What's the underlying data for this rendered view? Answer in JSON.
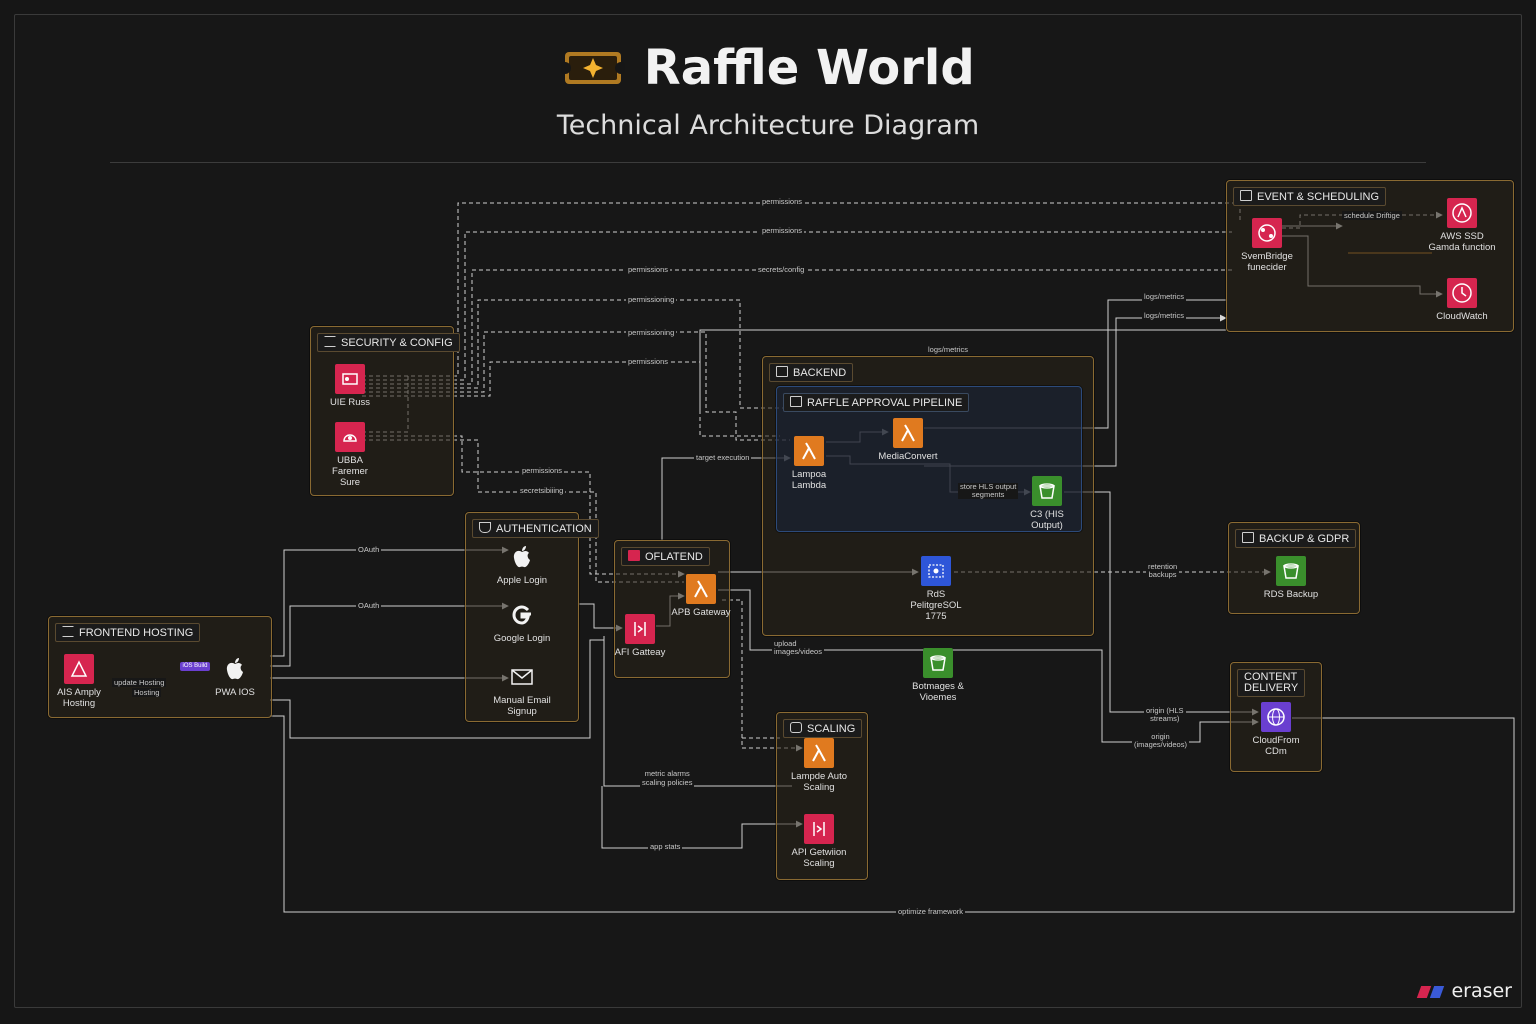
{
  "header": {
    "title": "Raffle World",
    "subtitle": "Technical Architecture Diagram"
  },
  "groups": {
    "event": "EVENT & SCHEDULING",
    "security": "SECURITY & CONFIG",
    "backend": "BACKEND",
    "pipeline": "RAFFLE APPROVAL PIPELINE",
    "auth": "AUTHENTICATION",
    "frontend_hosting": "FRONTEND HOSTING",
    "api": "OFLATEND",
    "backup": "BACKUP & GDPR",
    "content": "CONTENT\nDELIVERY",
    "scaling": "SCALING"
  },
  "nodes": {
    "eventbridge": "SvemBridge\nfunecider",
    "aws_ssd": "AWS SSD\nGamda function",
    "cloudwatch": "CloudWatch",
    "iam_roles": "UIE Russ",
    "secrets": "UBBA\nFaremer\nSure",
    "lambda": "Lampoa\nLambda",
    "mediaconvert": "MediaConvert",
    "s3_output": "C3 (HIS\nOutput)",
    "rds": "RdS\nPelitgreSOL\n1775",
    "s3_media": "Botmages &\nVioemes",
    "apple": "Apple Login",
    "google": "Google Login",
    "email": "Manual Email\nSignup",
    "amplify": "AIS Amply\nHosting",
    "pwa": "PWA IOS",
    "api_gateway": "APB Gateway",
    "api_gateway2": "AFI Gatteay",
    "rds_backup": "RDS Backup",
    "cloudfront": "CloudFrom\nCDm",
    "lambda_scaling": "Lampde Auto\nScaling",
    "api_scaling": "API Getwiion\nScaling"
  },
  "edges": {
    "e1": "permissions",
    "e2": "permissions",
    "e3": "permissions",
    "e4": "secrets/config",
    "e5": "permissioning",
    "e6": "permissioning",
    "e7": "permissions",
    "e8": "permissions",
    "e9": "secretsibiiing",
    "e10": "schedule Driftige",
    "e11": "logs/metrics",
    "e12": "logs/metrics",
    "e13": "logs/metrics",
    "e14": "target execution",
    "e15": "store HLS output\nsegments",
    "e16": "OAuth",
    "e17": "OAuth",
    "e18": "retention\nbackups",
    "e19": "upload\nimages/videos",
    "e20": "origin (HLS\nstreams)",
    "e21": "origin\n(images/videos)",
    "e22": "metric alarms\nscaling policies",
    "e23": "app stats",
    "e24": "update Hosting",
    "e25": "Hosting",
    "e26": "optimize framework"
  },
  "badge": "iOS Build",
  "brand": "eraser",
  "colors": {
    "group_border": "#8a6a32",
    "pipeline_border": "#2c4a7a",
    "aws_red": "#d6254f",
    "aws_orange": "#e07a1f",
    "aws_green": "#3a8f2c",
    "aws_blue": "#2e56d8",
    "aws_purple": "#6a3fd0"
  }
}
